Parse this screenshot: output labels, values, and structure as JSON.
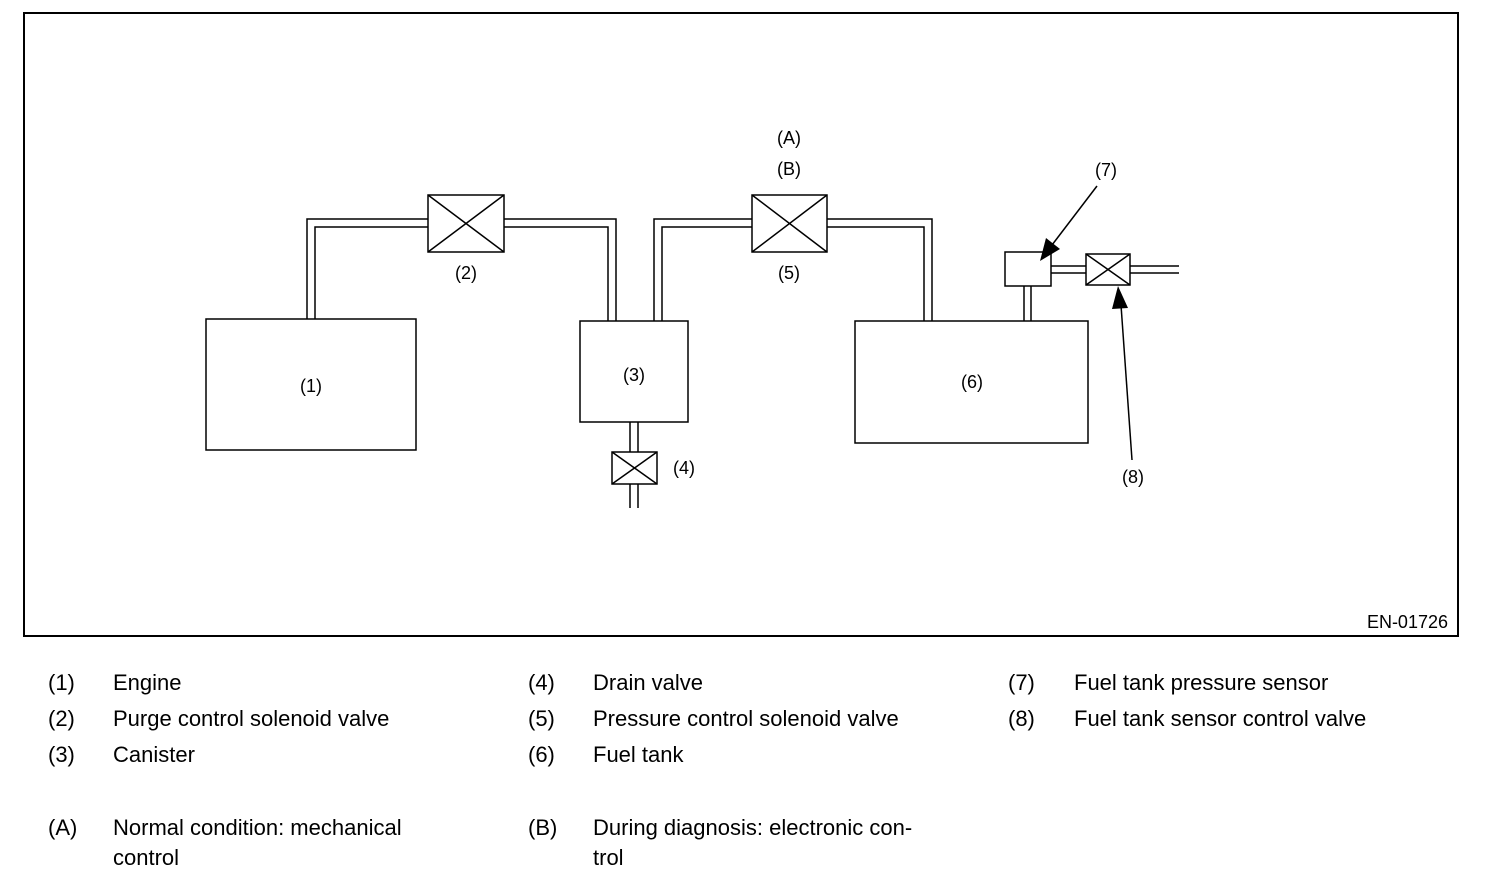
{
  "figure_code": "EN-01726",
  "component_labels": {
    "engine": "(1)",
    "purge_valve": "(2)",
    "canister": "(3)",
    "drain_valve": "(4)",
    "pressure_valve": "(5)",
    "fuel_tank": "(6)",
    "pressure_sensor": "(7)",
    "sensor_control_valve": "(8)",
    "mode_a": "(A)",
    "mode_b": "(B)"
  },
  "legend": [
    {
      "num": "(1)",
      "text": "Engine"
    },
    {
      "num": "(2)",
      "text": "Purge control solenoid valve"
    },
    {
      "num": "(3)",
      "text": "Canister"
    },
    {
      "num": "(4)",
      "text": "Drain valve"
    },
    {
      "num": "(5)",
      "text": "Pressure control solenoid valve"
    },
    {
      "num": "(6)",
      "text": "Fuel tank"
    },
    {
      "num": "(7)",
      "text": "Fuel tank pressure sensor"
    },
    {
      "num": "(8)",
      "text": "Fuel tank sensor control valve"
    },
    {
      "num": "(A)",
      "text": "Normal condition: mechanical",
      "text2": "control"
    },
    {
      "num": "(B)",
      "text": "During diagnosis: electronic con-",
      "text2": "trol"
    }
  ]
}
